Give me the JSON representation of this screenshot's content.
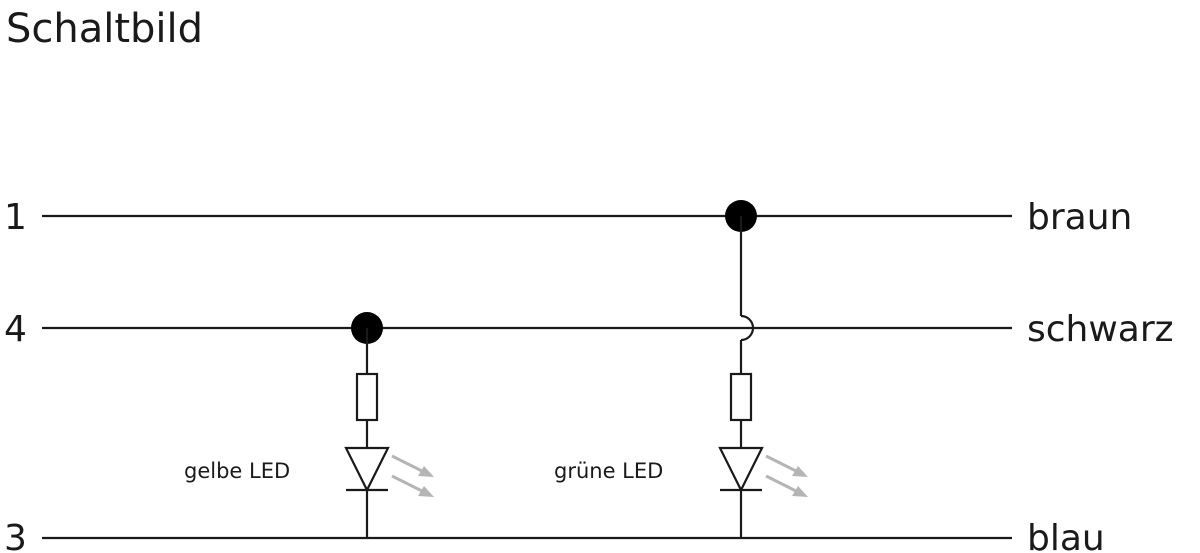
{
  "title": "Schaltbild",
  "lines": [
    {
      "pin": "1",
      "color_name": "braun"
    },
    {
      "pin": "4",
      "color_name": "schwarz"
    },
    {
      "pin": "3",
      "color_name": "blau"
    }
  ],
  "leds": [
    {
      "label": "gelbe LED"
    },
    {
      "label": "grüne LED"
    }
  ],
  "colors": {
    "ink": "#1a1a1a",
    "light_rays": "#b5b5b5",
    "background": "#ffffff"
  }
}
